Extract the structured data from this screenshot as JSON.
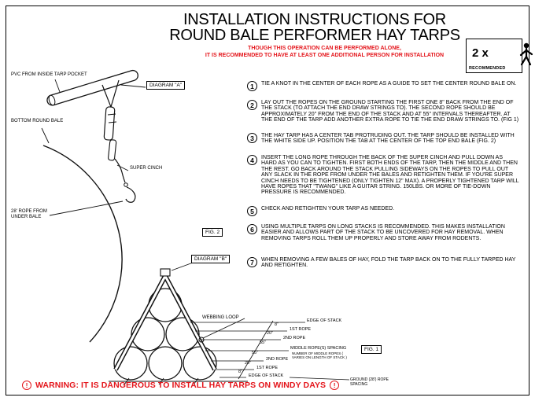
{
  "header": {
    "title_line1": "INSTALLATION INSTRUCTIONS FOR",
    "title_line2": "ROUND BALE PERFORMER HAY TARPS",
    "note_line1": "THOUGH THIS OPERATION CAN BE PERFORMED ALONE,",
    "note_line2": "IT IS RECOMMENDED TO HAVE AT LEAST ONE ADDITIONAL PERSON FOR INSTALLATION"
  },
  "badge": {
    "count": "2 x",
    "label": "RECOMMENDED",
    "icon": "person-icon"
  },
  "diagram_a": {
    "box_label": "DIAGRAM \"A\"",
    "pvc_label": "PVC FROM INSIDE TARP POCKET",
    "bale_label": "BOTTOM ROUND BALE",
    "cinch_label": "SUPER CINCH",
    "rope_label": "28' ROPE FROM UNDER BALE"
  },
  "instructions": [
    {
      "num": "1",
      "text": "TIE A KNOT IN THE CENTER OF EACH ROPE AS A GUIDE TO SET THE CENTER ROUND BALE ON."
    },
    {
      "num": "2",
      "text": "LAY OUT THE ROPES ON THE GROUND STARTING THE FIRST ONE 8\" BACK FROM THE END OF THE STACK (TO ATTACH THE END DRAW STRINGS TO). THE SECOND ROPE SHOULD BE APPROXIMATELY 20\" FROM THE END OF THE STACK AND AT 55\" INTERVALS THEREAFTER. AT THE END OF THE TARP ADD ANOTHER EXTRA ROPE TO TIE THE END DRAW STRINGS TO. (FIG 1)"
    },
    {
      "num": "3",
      "text": "THE HAY TARP HAS A CENTER TAB PROTRUDING OUT. THE TARP SHOULD BE INSTALLED WITH THE WHITE SIDE UP. POSITION THE TAB AT THE CENTER OF THE TOP END BALE (FIG. 2)"
    },
    {
      "num": "4",
      "text": "INSERT THE LONG ROPE THROUGH THE BACK OF THE SUPER CINCH AND PULL DOWN AS HARD AS YOU CAN TO TIGHTEN. FIRST BOTH ENDS OF THE TARP, THEN THE MIDDLE AND THEN THE REST. GO BACK AROUND THE STACK PULLING SIDEWAYS ON THE ROPES TO PULL OUT ANY SLACK IN THE ROPE FROM UNDER THE BALES AND RETIGHTEN THEM. IF YOU'RE SUPER CINCH NEEDS TO BE TIGHTENED (ONLY TIGHTEN 12\" MAX). A PROPERLY TIGHTENED TARP WILL HAVE ROPES THAT \"TWANG\" LIKE A GUITAR STRING. 150LBS. OR MORE OF TIE-DOWN PRESSURE IS RECOMMENDED."
    },
    {
      "num": "5",
      "text": "CHECK AND RETIGHTEN YOUR TARP AS NEEDED."
    },
    {
      "num": "6",
      "text": "USING MULTIPLE TARPS ON LONG STACKS IS RECOMMENDED. THIS MAKES INSTALLATION EASIER AND ALLOWS PART OF THE STACK TO BE UNCOVERED FOR HAY REMOVAL. WHEN REMOVING TARPS ROLL THEM UP PROPERLY AND STORE AWAY FROM RODENTS."
    },
    {
      "num": "7",
      "text": "WHEN REMOVING A FEW BALES OF HAY, FOLD THE TARP BACK ON TO THE FULLY TARPED HAY AND RETIGHTEN."
    }
  ],
  "diagram_b": {
    "fig2_label": "FIG. 2",
    "box_label": "DIAGRAM \"B\"",
    "webbing_label": "WEBBING LOOP",
    "fig1_label": "FIG. 1",
    "dims": [
      "8\"",
      "20\"",
      "55\"",
      "55\"",
      "20\"",
      "8\""
    ],
    "rows": [
      "EDGE OF STACK",
      "1ST ROPE",
      "2ND ROPE",
      "MIDDLE ROPE(S) SPACING",
      "2ND ROPE",
      "1ST ROPE",
      "EDGE OF STACK"
    ],
    "middle_note": "NUMBER OF MIDDLE ROPES ( VARIES ON LENGTH OF STACK )",
    "ground_label": "GROUND (28') ROPE SPACING"
  },
  "warning": {
    "icon": "exclamation-circle-icon",
    "mark": "!",
    "text": "WARNING: IT IS DANGEROUS TO INSTALL HAY TARPS ON WINDY DAYS"
  }
}
